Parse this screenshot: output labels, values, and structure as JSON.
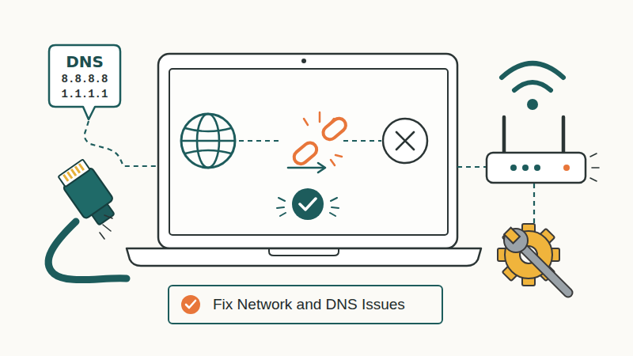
{
  "diagram": {
    "nodes": [
      {
        "text": [
          "DNS",
          "8.8.8.8",
          "1.1.1.1"
        ]
      },
      {
        "text": [
          "Fix Network and DNS Issues"
        ]
      }
    ]
  }
}
